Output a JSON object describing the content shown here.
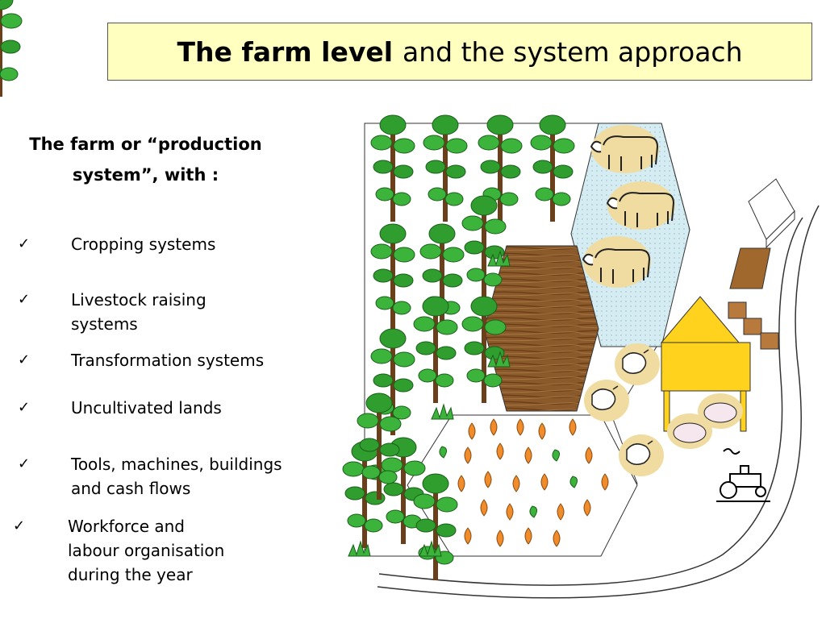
{
  "title": {
    "bold": "The farm level",
    "rest": "and the system approach"
  },
  "subtitle": {
    "line1": "The farm or “production",
    "line2": "system”, with :"
  },
  "items": [
    {
      "check": "✓",
      "lines": [
        "Cropping systems"
      ]
    },
    {
      "check": "✓",
      "lines": [
        "Livestock raising",
        "systems"
      ]
    },
    {
      "check": "✓",
      "lines": [
        "Transformation systems"
      ]
    },
    {
      "check": "✓",
      "lines": [
        "Uncultivated lands"
      ]
    },
    {
      "check": "✓",
      "lines": [
        "Tools, machines, buildings",
        "and cash flows"
      ]
    },
    {
      "check": "✓",
      "lines": [
        "Workforce and",
        "labour organisation",
        "during the year"
      ]
    }
  ],
  "colors": {
    "title_bg": "#ffffc0",
    "tree_green": "#2f9e2f",
    "trunk": "#6b3f1a",
    "pasture": "#d4ecf2",
    "cow_blob": "#f0dca0",
    "field_brown": "#8b5a2b",
    "crop_orange": "#f08c2a",
    "crop_green": "#3cb43c",
    "barn_yellow": "#ffd21e",
    "crate": "#b87a3c"
  },
  "icons": [
    "tree-icon",
    "cow-icon",
    "chicken-icon",
    "pig-icon",
    "tractor-icon",
    "barn-icon",
    "crate-icon",
    "crop-plant-icon"
  ]
}
